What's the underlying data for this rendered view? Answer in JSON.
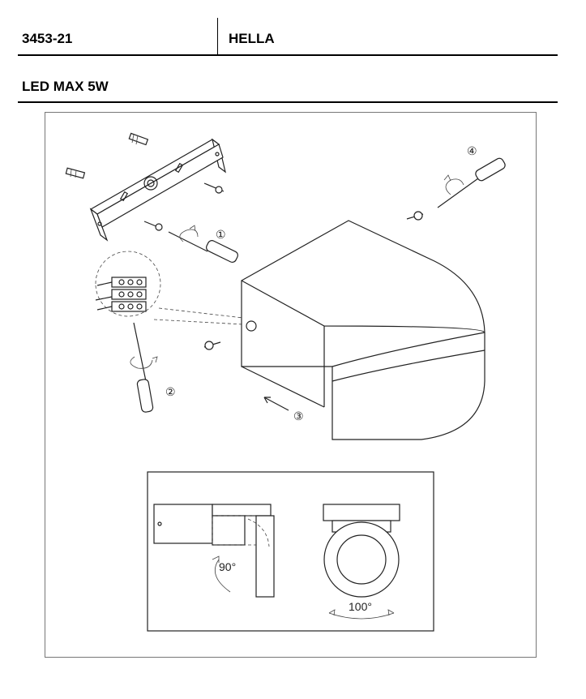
{
  "header": {
    "product_code": "3453-21",
    "product_name": "HELLA",
    "subtitle": "LED MAX 5W"
  },
  "diagram": {
    "step_labels": [
      "①",
      "②",
      "③",
      "④"
    ],
    "angle_tilt": "90°",
    "angle_rotate": "100°"
  }
}
